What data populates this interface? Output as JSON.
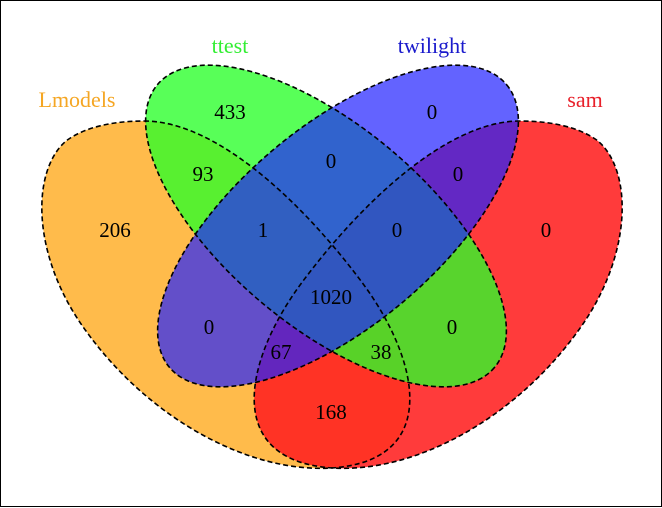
{
  "sets": [
    {
      "key": "lmodels",
      "label": "Lmodels",
      "color": "#ffb232"
    },
    {
      "key": "ttest",
      "label": "ttest",
      "color": "#29ff29"
    },
    {
      "key": "twilight",
      "label": "twilight",
      "color": "#2121ff"
    },
    {
      "key": "sam",
      "label": "sam",
      "color": "#ff2020"
    }
  ],
  "label_colors": {
    "lmodels": "#f5a623",
    "ttest": "#33ee33",
    "twilight": "#1a1acc",
    "sam": "#e8202a"
  },
  "regions": [
    {
      "sets": [
        "lmodels"
      ],
      "count": "206"
    },
    {
      "sets": [
        "ttest"
      ],
      "count": "433"
    },
    {
      "sets": [
        "twilight"
      ],
      "count": "0"
    },
    {
      "sets": [
        "sam"
      ],
      "count": "0"
    },
    {
      "sets": [
        "lmodels",
        "ttest"
      ],
      "count": "93"
    },
    {
      "sets": [
        "ttest",
        "twilight"
      ],
      "count": "0"
    },
    {
      "sets": [
        "twilight",
        "sam"
      ],
      "count": "0"
    },
    {
      "sets": [
        "lmodels",
        "twilight"
      ],
      "count": "0"
    },
    {
      "sets": [
        "ttest",
        "sam"
      ],
      "count": "0"
    },
    {
      "sets": [
        "lmodels",
        "ttest",
        "twilight"
      ],
      "count": "1"
    },
    {
      "sets": [
        "ttest",
        "twilight",
        "sam"
      ],
      "count": "0"
    },
    {
      "sets": [
        "lmodels",
        "ttest",
        "twilight",
        "sam"
      ],
      "count": "1020"
    },
    {
      "sets": [
        "lmodels",
        "twilight",
        "sam"
      ],
      "count": "67"
    },
    {
      "sets": [
        "lmodels",
        "ttest",
        "sam"
      ],
      "count": "38"
    },
    {
      "sets": [
        "lmodels",
        "sam"
      ],
      "count": "168"
    }
  ]
}
